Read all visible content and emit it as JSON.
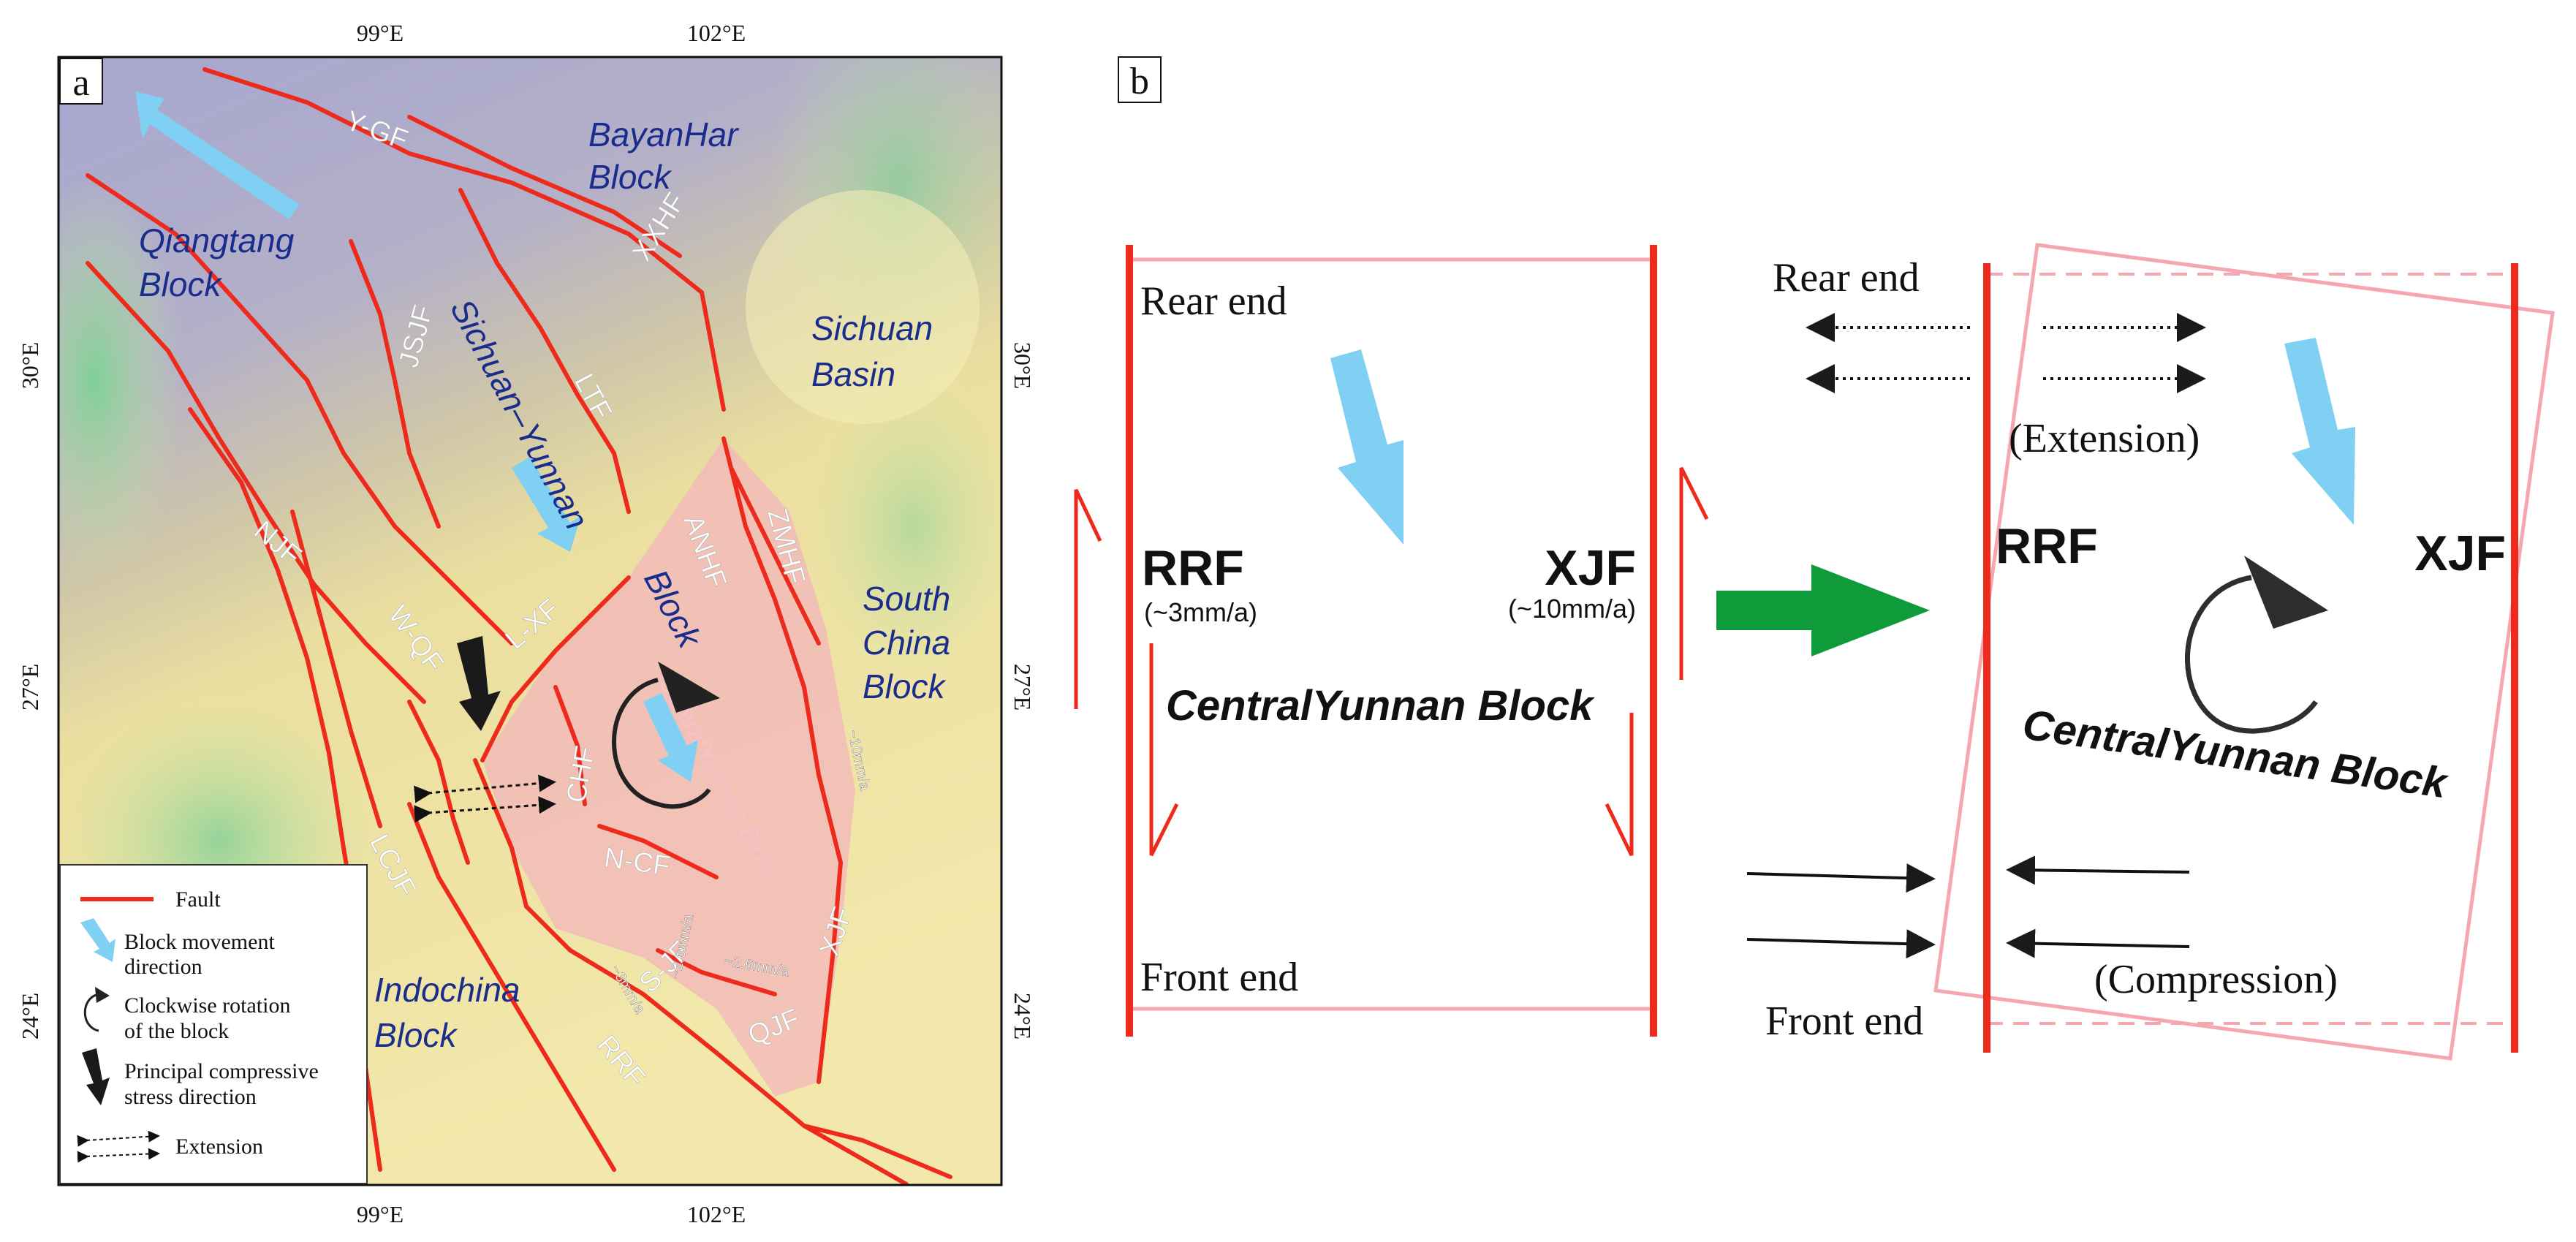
{
  "panel_a": {
    "label": "a",
    "ticks": {
      "top": [
        "99°E",
        "102°E"
      ],
      "bottom": [
        "99°E",
        "102°E"
      ],
      "left": [
        "30°E",
        "27°E",
        "24°E"
      ],
      "right": [
        "30°E",
        "27°E",
        "24°E"
      ]
    },
    "blocks": {
      "bayanhar": [
        "BayanHar",
        "Block"
      ],
      "qiangtang": [
        "Qiangtang",
        "Block"
      ],
      "sichuan_basin": [
        "Sichuan",
        "Basin"
      ],
      "sichuan_yunnan": [
        "Sichuan–Yunnan",
        "Block"
      ],
      "south_china": [
        "South",
        "China",
        "Block"
      ],
      "indochina": [
        "Indochina",
        "Block"
      ],
      "central_yunnan_watermark": "CentralYunnan Block"
    },
    "faults": {
      "ygf": "Y-GF",
      "xxhf": "XXHF",
      "jsjf": "JSJF",
      "ltf": "LTF",
      "anhf": "ANHF",
      "zmhf": "ZMHF",
      "njf": "NJF",
      "lxf": "L-XF",
      "wqf": "W-QF",
      "chf": "CHF",
      "lcjf": "LCJF",
      "ncf": "N-CF",
      "sjf": "S-JF",
      "qjf": "QJF",
      "rrf": "RRF",
      "xjf": "XJF"
    },
    "rates": {
      "xjf": "~10mm/a",
      "rrf": "~3mm/a",
      "sjf": "~2.6mm/a",
      "qjf": "~2.6mm/a"
    },
    "legend": {
      "fault": "Fault",
      "movement": [
        "Block movement",
        "direction"
      ],
      "rotation": [
        "Clockwise rotation",
        "of the block"
      ],
      "stress": [
        "Principal compressive",
        "stress direction"
      ],
      "extension": "Extension"
    },
    "colors": {
      "fault": "#ee2a1c",
      "movement_arrow": "#7fd0f3",
      "stress_arrow": "#1a1a1a",
      "central_block_fill": "#f4b4bd",
      "low_terrain": "#f2e7a8",
      "high_terrain": "#a9a9d0"
    }
  },
  "panel_b": {
    "label": "b",
    "left_diagram": {
      "rear": "Rear end",
      "front": "Front end",
      "rrf": "RRF",
      "rrf_rate": "(~3mm/a)",
      "xjf": "XJF",
      "xjf_rate": "(~10mm/a)",
      "block": "CentralYunnan Block"
    },
    "right_diagram": {
      "rear": "Rear end",
      "front": "Front end",
      "rrf": "RRF",
      "xjf": "XJF",
      "extension": "(Extension)",
      "compression": "(Compression)",
      "block": "CentralYunnan Block"
    },
    "colors": {
      "fault": "#ee2a1c",
      "block_outline": "#f4a7b0",
      "transition_arrow": "#109b3a",
      "movement_arrow": "#7fd0f3"
    }
  }
}
